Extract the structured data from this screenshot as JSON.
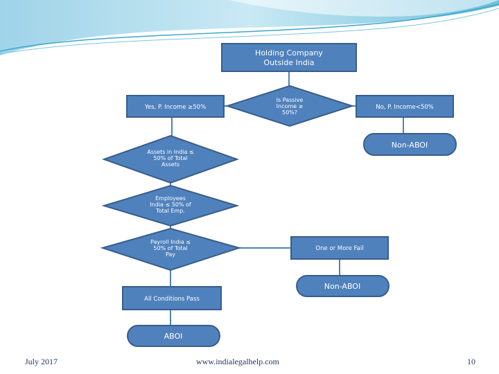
{
  "diagram": {
    "title_line1": "Holding Company",
    "title_line2": "Outside India",
    "passive_q1": "Is Passive",
    "passive_q2": "Income ≥",
    "passive_q3": "50%?",
    "yes_branch": "Yes, P. Income ≥50%",
    "no_branch": "No, P. Income<50%",
    "non_aboi_1": "Non-ABOI",
    "assets_q1": "Assets in India ≤",
    "assets_q2": "50% of Total",
    "assets_q3": "Assets",
    "emp_q1": "Employees",
    "emp_q2": "India ≤ 50% of",
    "emp_q3": "Total Emp.",
    "payroll_q1": "Payroll India ≤",
    "payroll_q2": "50% of Total",
    "payroll_q3": "Pay",
    "one_fail": "One or More Fail",
    "non_aboi_2": "Non-ABOI",
    "all_pass": "All Conditions Pass",
    "aboi": "ABOI"
  },
  "footer": {
    "date": "July 2017",
    "url": "www.indialegalhelp.com",
    "page": "10"
  },
  "colors": {
    "node_fill": "#4f81bd",
    "node_stroke": "#385d8a",
    "connector": "#4f81bd"
  }
}
